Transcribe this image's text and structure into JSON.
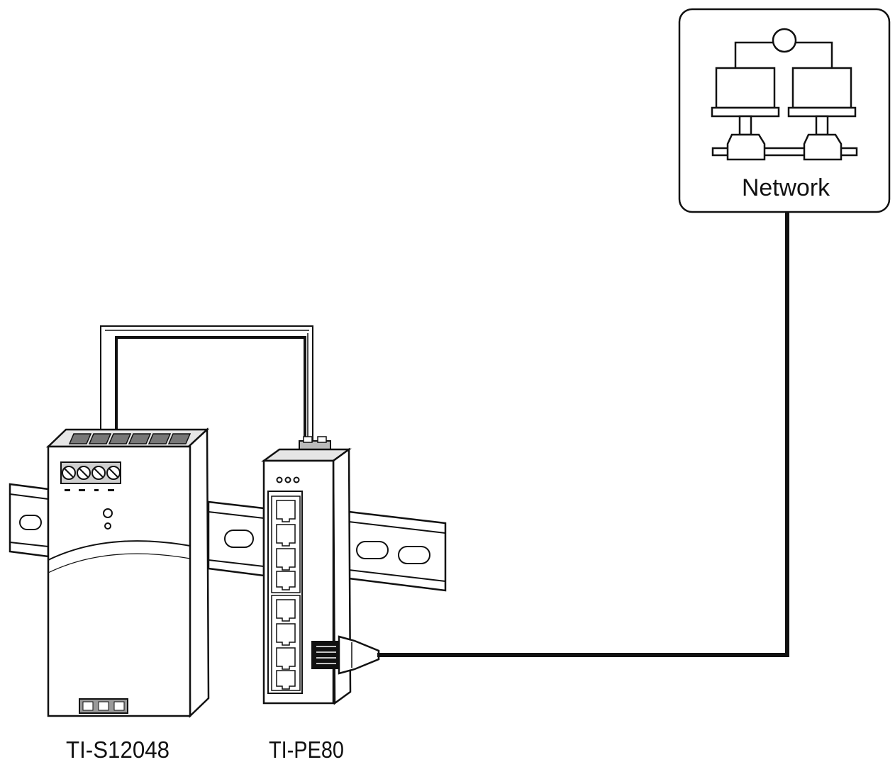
{
  "network": {
    "label": "Network",
    "icon": "network-icon"
  },
  "devices": {
    "power_supply": {
      "label": "TI-S12048",
      "icon": "din-rail-power-supply-icon"
    },
    "switch": {
      "label": "TI-PE80",
      "icon": "industrial-ethernet-switch-icon"
    }
  },
  "colors": {
    "line": "#111111",
    "background": "#ffffff",
    "fill_light": "#f4f4f4",
    "fill_mid": "#dcdcdc"
  }
}
